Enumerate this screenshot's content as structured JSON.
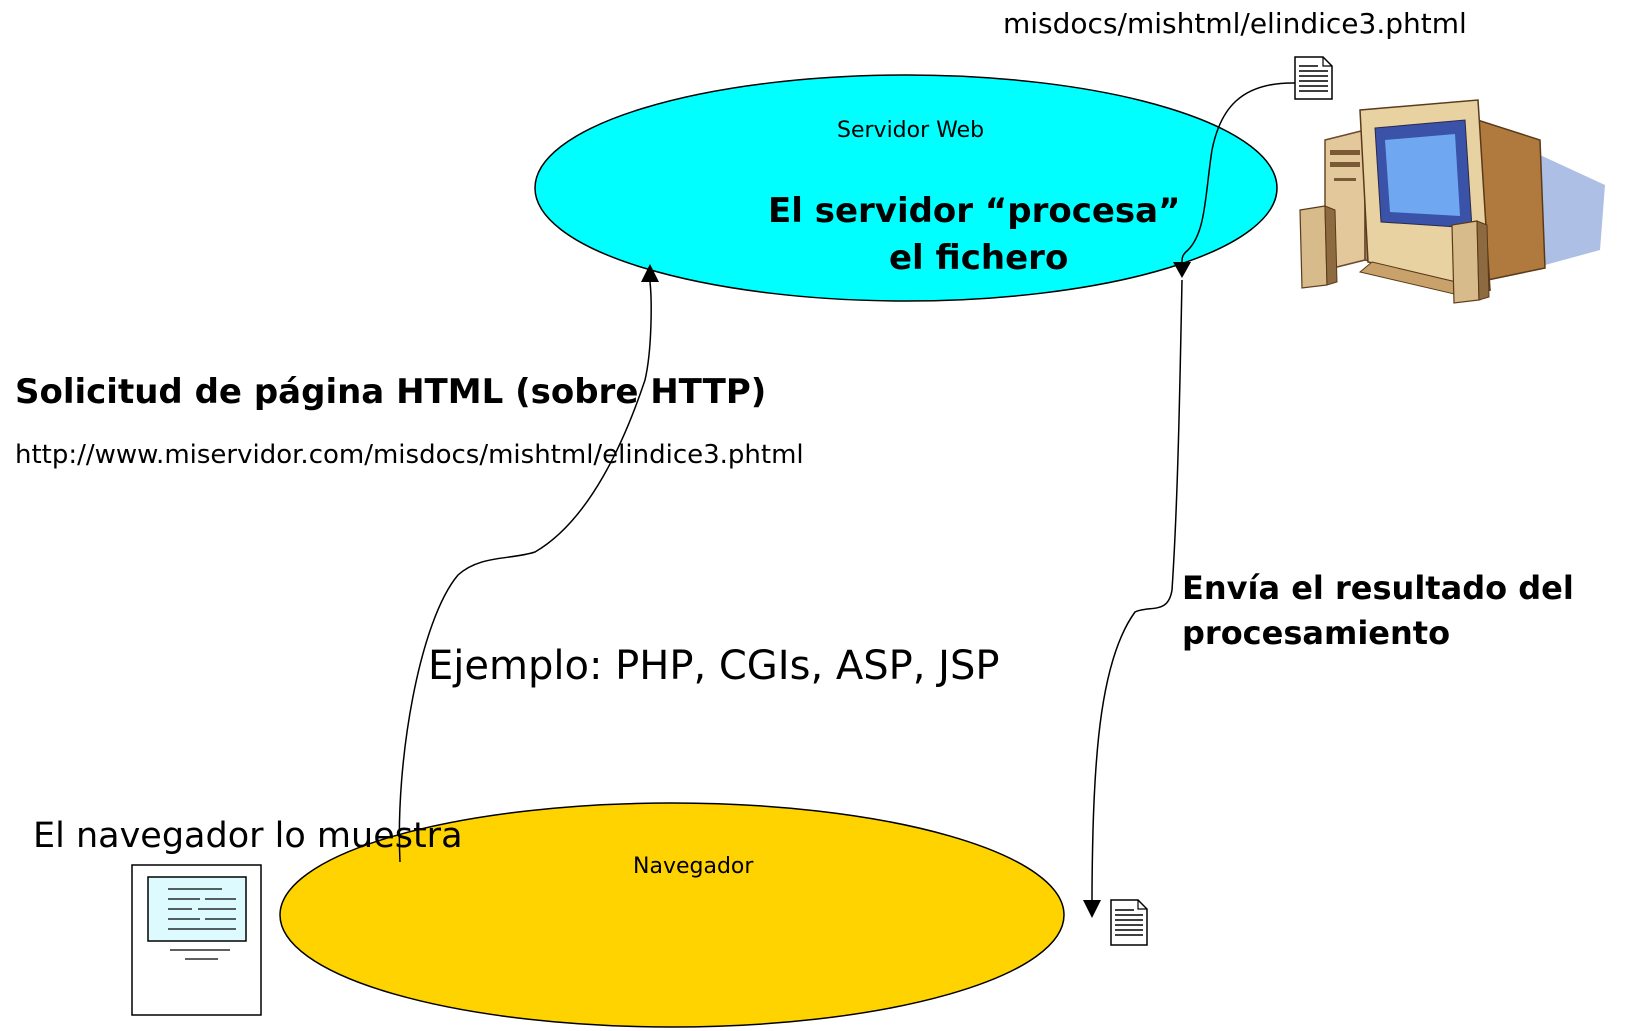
{
  "server": {
    "path_label": "misdocs/mishtml/elindice3.phtml",
    "title": "Servidor Web",
    "process_line1": "El servidor “procesa”",
    "process_line2": "el fichero",
    "fill_color": "#00FFFF"
  },
  "request": {
    "heading": "Solicitud de página HTML (sobre HTTP)",
    "url": "http://www.miservidor.com/misdocs/mishtml/elindice3.phtml"
  },
  "response": {
    "line1": "Envía el resultado del",
    "line2": "procesamiento"
  },
  "example": "Ejemplo: PHP, CGIs, ASP, JSP",
  "browser": {
    "caption": "El navegador lo muestra",
    "title": "Navegador",
    "fill_color": "#FFD300"
  },
  "icons": {
    "server_document": "document-icon",
    "computer": "desktop-computer-icon",
    "result_document": "document-icon",
    "rendered_page": "rendered-page-icon"
  }
}
